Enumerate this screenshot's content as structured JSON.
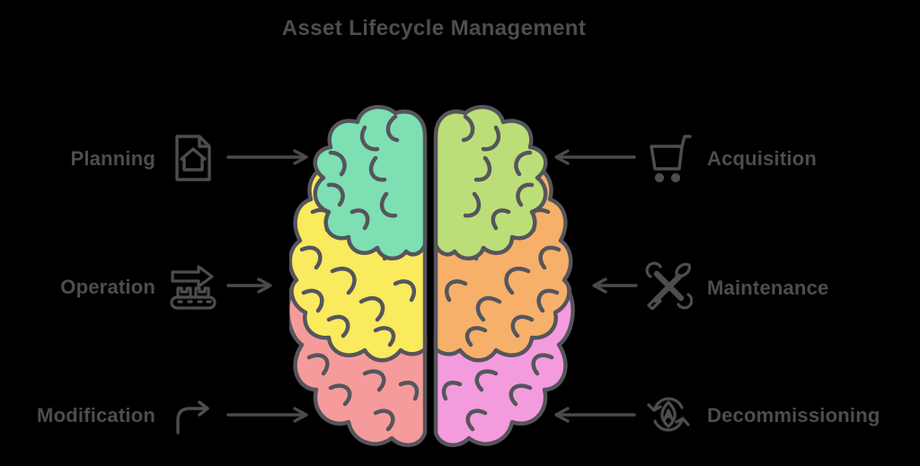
{
  "title": "Asset Lifecycle Management",
  "items": {
    "left": [
      {
        "label": "Planning",
        "icon": "blueprint-document-icon"
      },
      {
        "label": "Operation",
        "icon": "conveyor-icon"
      },
      {
        "label": "Modification",
        "icon": "curved-arrow-icon"
      }
    ],
    "right": [
      {
        "label": "Acquisition",
        "icon": "shopping-cart-icon"
      },
      {
        "label": "Maintenance",
        "icon": "tools-icon"
      },
      {
        "label": "Decommissioning",
        "icon": "recycle-icon"
      }
    ]
  },
  "colors": {
    "background": "#000000",
    "outline": "#55555C",
    "text": "#4D4D4D",
    "icon": "#4D4D4D",
    "arrow": "#4A4A4A",
    "brain": {
      "left_top": "#7EDFB3",
      "left_mid": "#F9EA5E",
      "left_bottom": "#F69B9B",
      "right_top": "#BCDE78",
      "right_mid": "#F6B06A",
      "right_bottom": "#F49BDE"
    }
  }
}
